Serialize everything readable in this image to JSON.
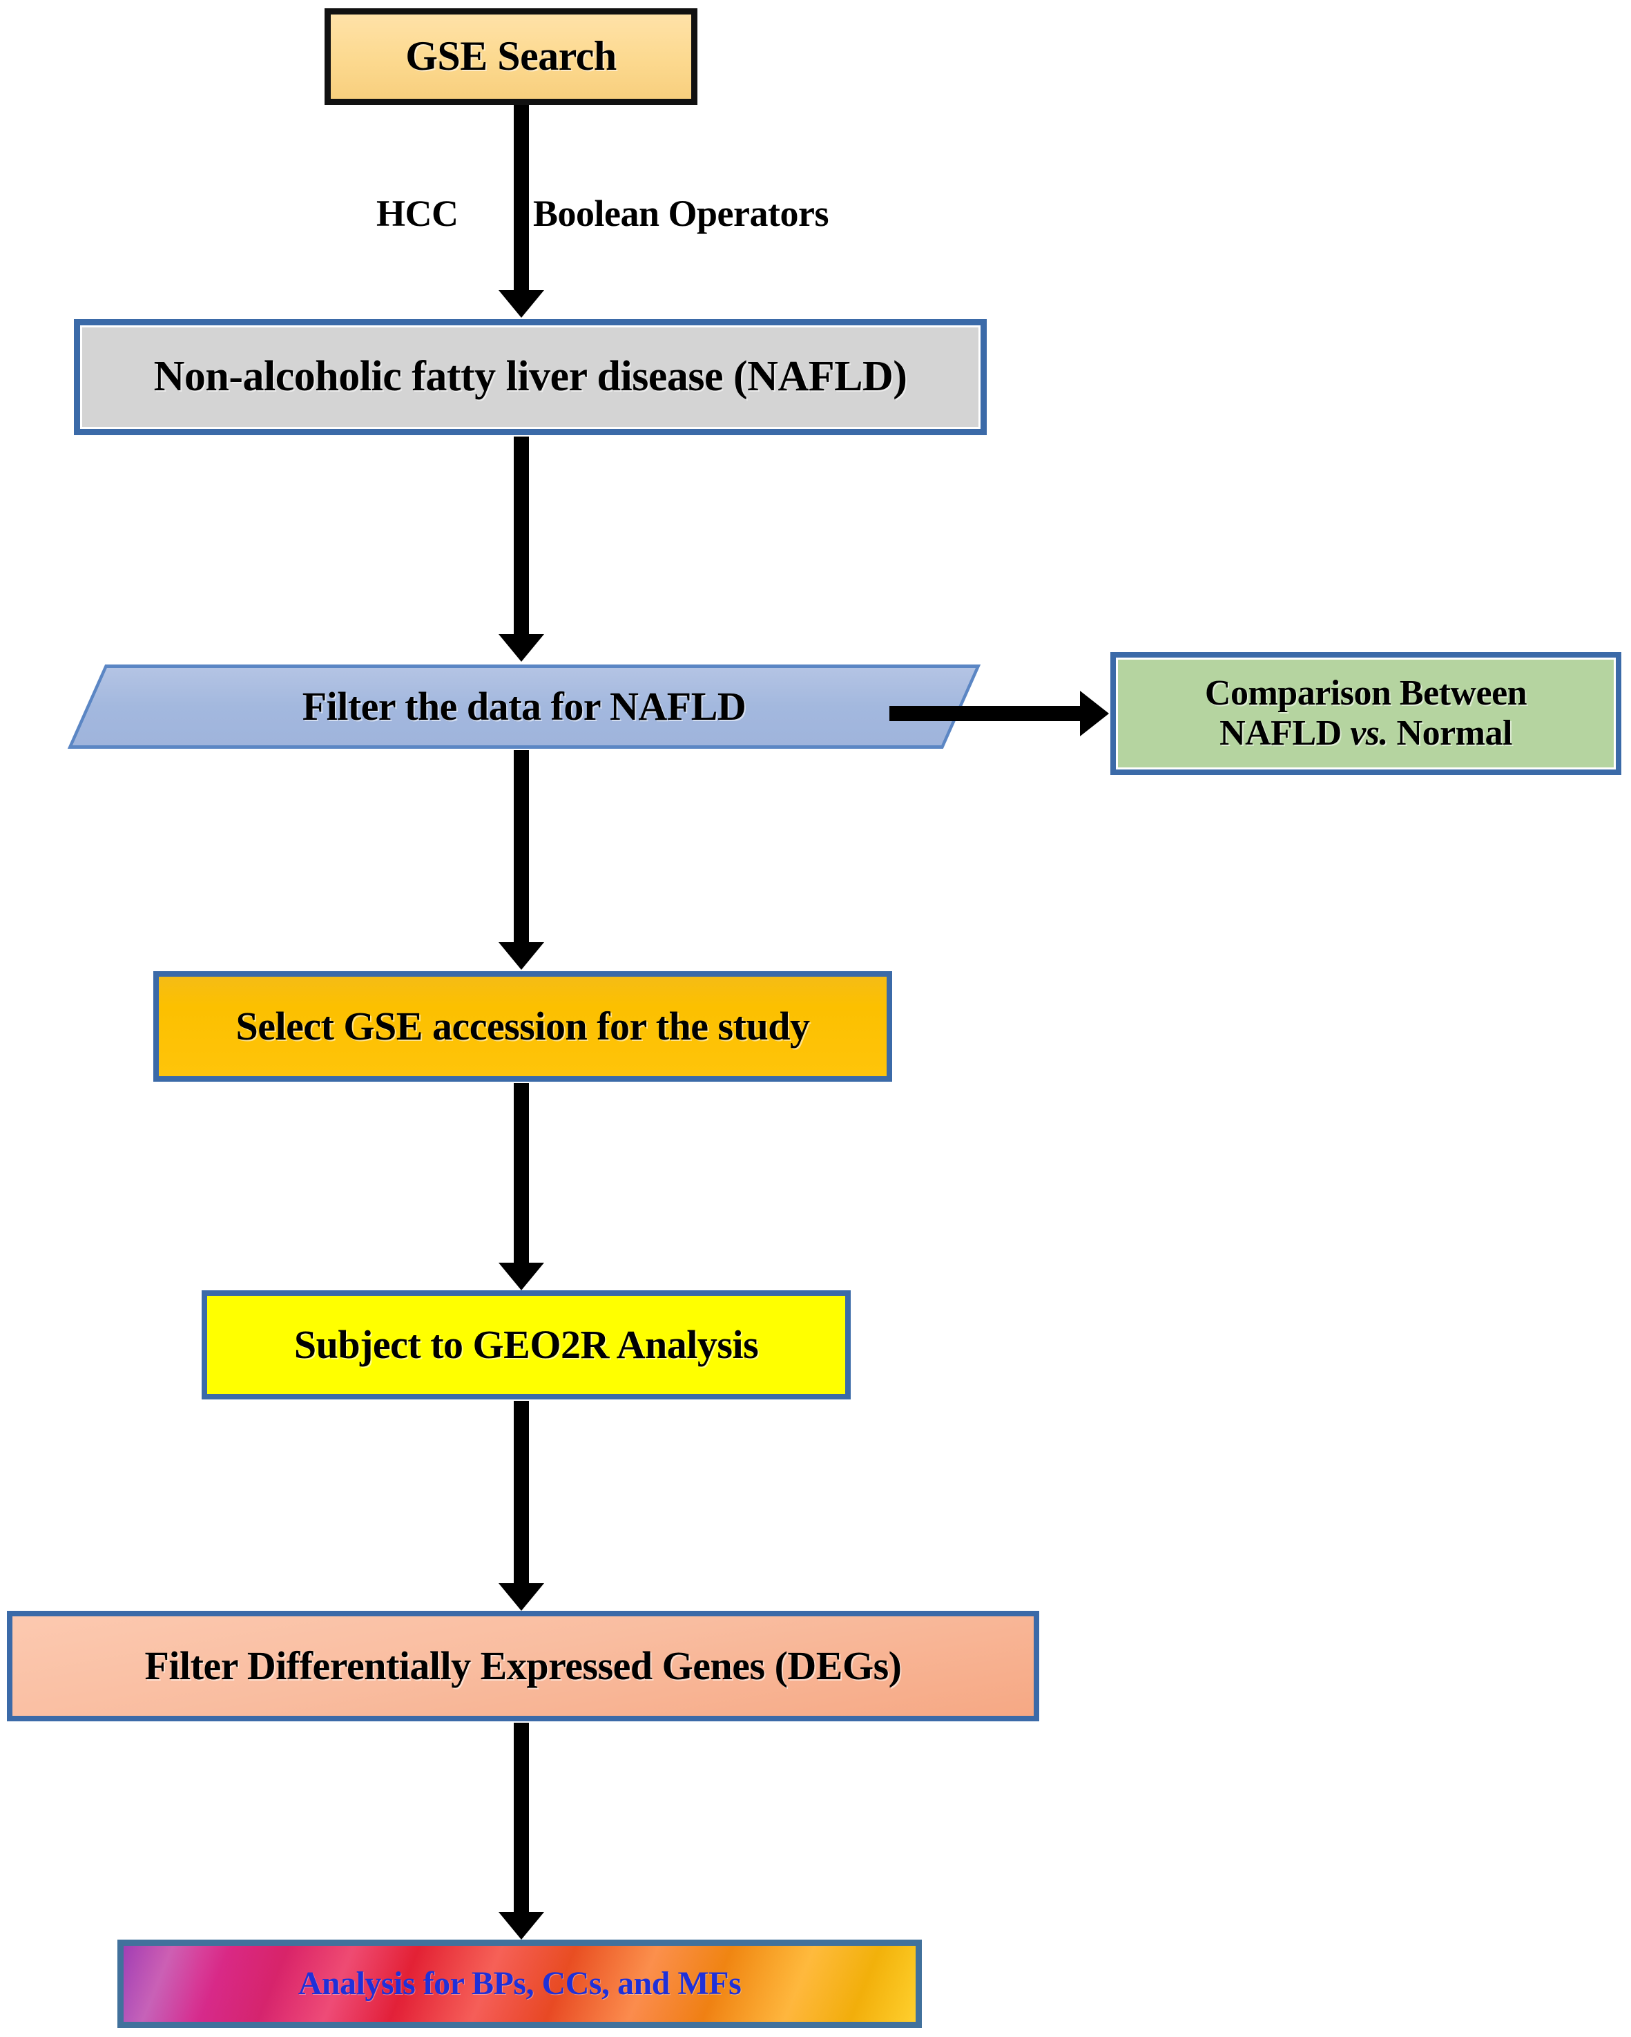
{
  "diagram": {
    "title": "NAFLD GEO dataset analysis workflow",
    "nodes": {
      "gse_search": {
        "label": "GSE Search",
        "shape": "rectangle",
        "fill": "#fcd98f",
        "border": "#111111"
      },
      "nafld": {
        "label": "Non-alcoholic fatty liver disease (NAFLD)",
        "shape": "rectangle",
        "fill": "#d4d4d4",
        "border": "#3b6aa8"
      },
      "filter_nafld": {
        "label": "Filter the data for NAFLD",
        "shape": "parallelogram",
        "fill": "#a3b8de",
        "border": "#5b86c4"
      },
      "comparison_line1": "Comparison Between",
      "comparison_line2_pre": "NAFLD ",
      "comparison_line2_italic": "vs.",
      "comparison_line2_post": " Normal",
      "comparison": {
        "label": "Comparison Between NAFLD vs. Normal",
        "shape": "rectangle",
        "fill": "#b5d4a0",
        "border": "#3b6aa8"
      },
      "select_gse": {
        "label": "Select GSE accession for the study",
        "shape": "rectangle",
        "fill": "#fcc000",
        "border": "#3b6aa8"
      },
      "geo2r": {
        "label": "Subject to GEO2R Analysis",
        "shape": "rectangle",
        "fill": "#ffff00",
        "border": "#3b6aa8"
      },
      "degs": {
        "label": "Filter Differentially Expressed Genes (DEGs)",
        "shape": "rectangle",
        "fill": "#f6a884",
        "border": "#3b6aa8"
      },
      "go_analysis": {
        "label": "Analysis for BPs, CCs, and MFs",
        "shape": "rectangle",
        "fill": "rainbow-gradient",
        "border": "#41719c",
        "text_color": "#1f30d8"
      }
    },
    "edge_labels": {
      "hcc": "HCC",
      "boolean_operators": "Boolean Operators"
    }
  }
}
